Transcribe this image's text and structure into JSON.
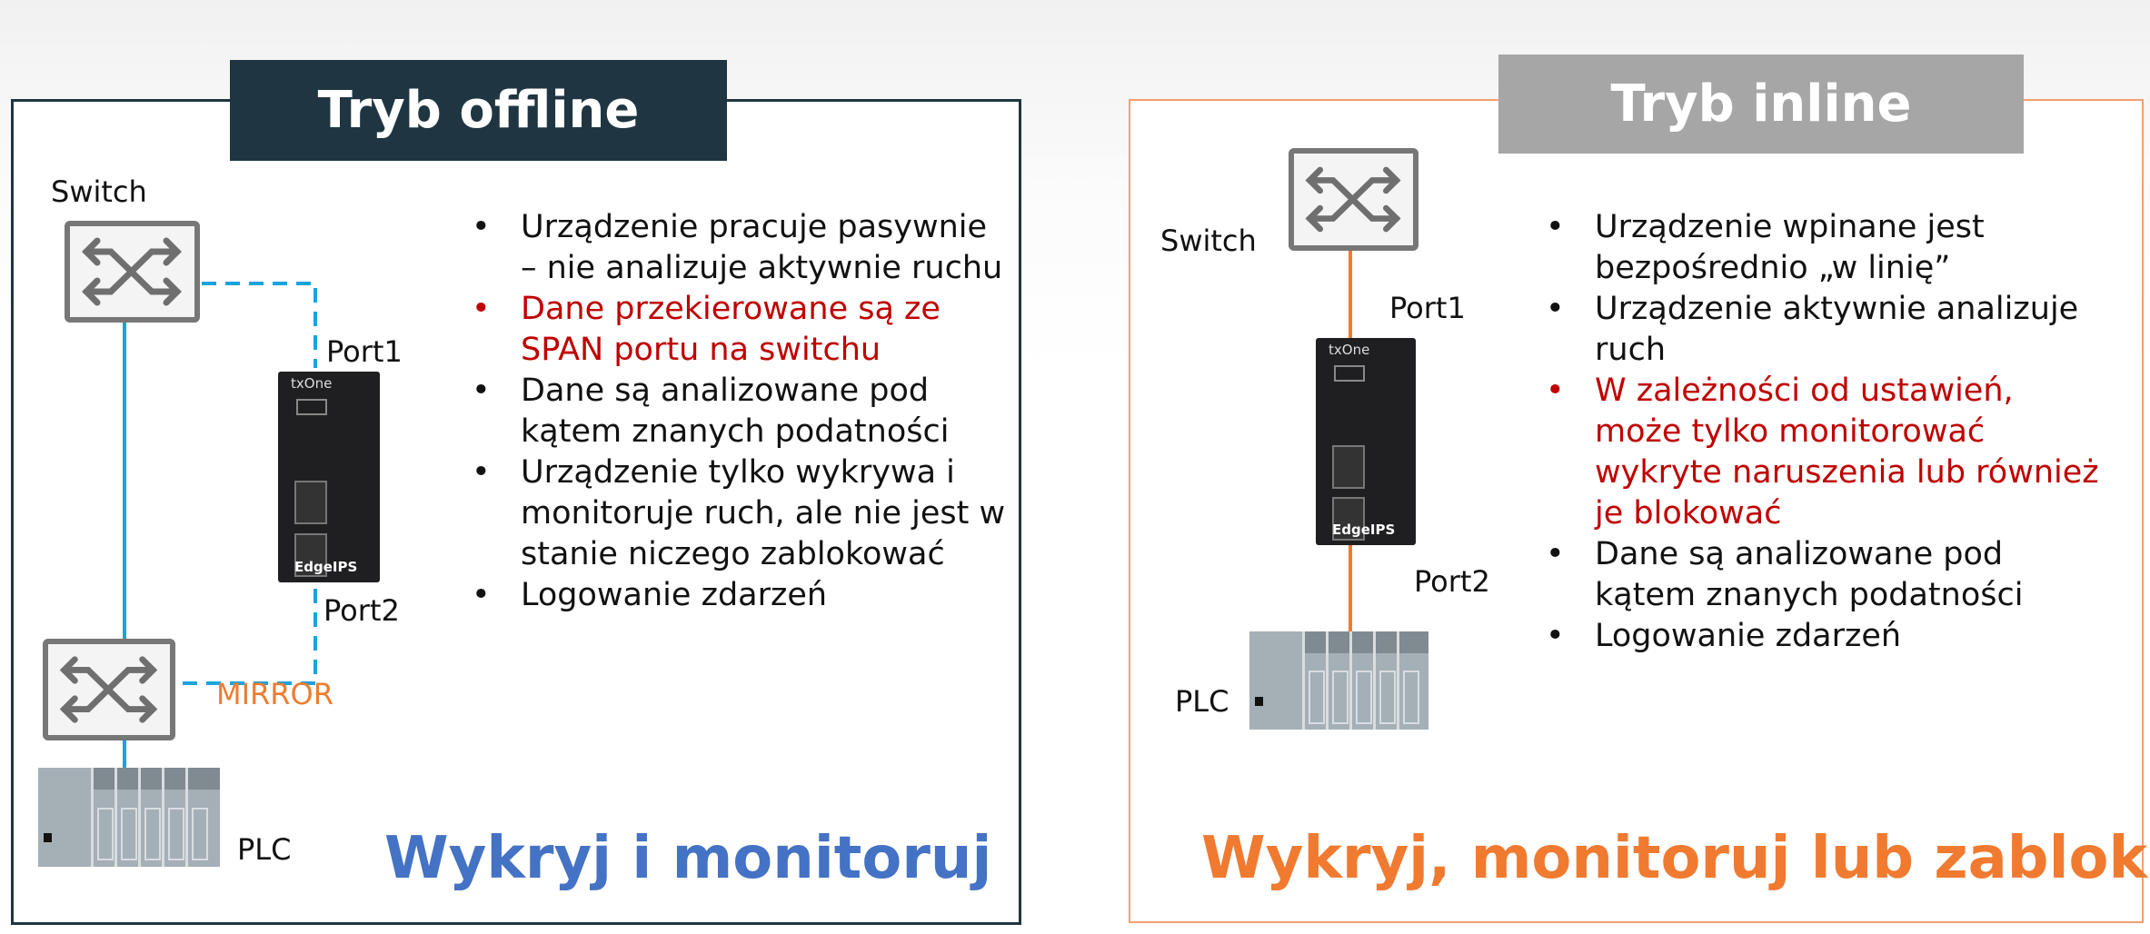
{
  "offline": {
    "title": "Tryb offline",
    "switch_label": "Switch",
    "port1": "Port1",
    "port2": "Port2",
    "mirror": "MIRROR",
    "plc_label": "PLC",
    "device_brand": "txOne",
    "device_name": "EdgeIPS",
    "bullets": [
      {
        "text": "Urządzenie pracuje pasywnie – nie analizuje aktywnie ruchu",
        "highlight": false
      },
      {
        "text": "Dane przekierowane są ze SPAN portu na switchu",
        "highlight": true
      },
      {
        "text": "Dane są analizowane pod kątem znanych podatności",
        "highlight": false
      },
      {
        "text": "Urządzenie tylko wykrywa i monitoruje ruch, ale nie jest w stanie niczego zablokować",
        "highlight": false
      },
      {
        "text": "Logowanie zdarzeń",
        "highlight": false
      }
    ],
    "footer": "Wykryj i monitoruj"
  },
  "inline": {
    "title": "Tryb inline",
    "switch_label": "Switch",
    "port1": "Port1",
    "port2": "Port2",
    "plc_label": "PLC",
    "device_brand": "txOne",
    "device_name": "EdgeIPS",
    "bullets": [
      {
        "text": "Urządzenie wpinane jest bezpośrednio „w linię”",
        "highlight": false
      },
      {
        "text": "Urządzenie aktywnie analizuje ruch",
        "highlight": false
      },
      {
        "text": "W zależności od ustawień, może tylko monitorować wykryte naruszenia lub również je blokować",
        "highlight": true
      },
      {
        "text": "Dane są analizowane pod kątem znanych podatności",
        "highlight": false
      },
      {
        "text": "Logowanie zdarzeń",
        "highlight": false
      }
    ],
    "footer": "Wykryj, monitoruj lub zablokuj"
  },
  "colors": {
    "offline_title_bg": "#1f3642",
    "inline_title_bg": "#a6a6a6",
    "blue_link": "#1aa3dd",
    "orange_link": "#ed7d31",
    "offline_footer": "#4472c4",
    "inline_footer": "#f07a30",
    "highlight": "#c00000"
  }
}
